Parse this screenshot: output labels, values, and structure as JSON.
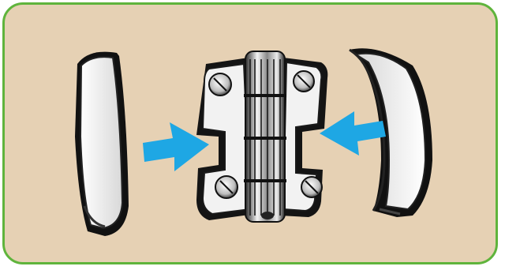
{
  "figure": {
    "background": "#e6d1b4",
    "border_color": "#5fb43c",
    "arrow_color": "#1ea7e4",
    "components": [
      {
        "name": "left-cover-cap",
        "icon": "end-cap"
      },
      {
        "name": "hinge-body",
        "icon": "hinge"
      },
      {
        "name": "right-cover-cap",
        "icon": "end-cap"
      }
    ],
    "arrows": [
      {
        "name": "left-insert-arrow",
        "direction": "right"
      },
      {
        "name": "right-insert-arrow",
        "direction": "left"
      }
    ]
  }
}
